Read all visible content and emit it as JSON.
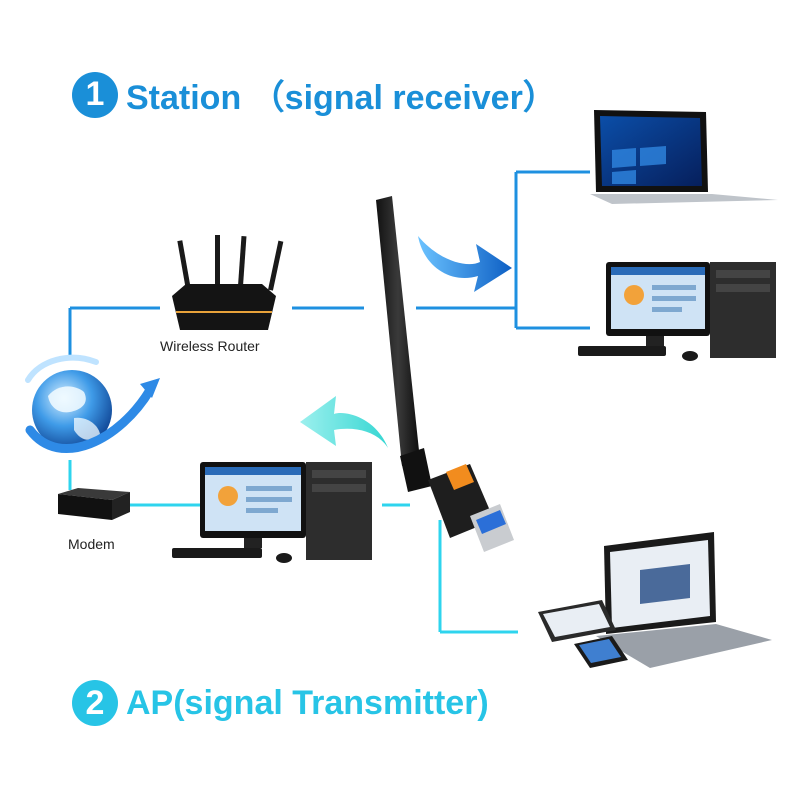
{
  "heading1": {
    "number": "1",
    "text": "Station （signal receiver）"
  },
  "heading2": {
    "number": "2",
    "text": "AP(signal Transmitter)"
  },
  "labels": {
    "router": "Wireless Router",
    "modem": "Modem"
  },
  "colors": {
    "station_badge": "#1a8fd8",
    "station_text": "#1a8fd8",
    "ap_badge": "#27c4e6",
    "ap_text": "#27c4e6",
    "station_lines": "#1e90e0",
    "ap_lines": "#2ed4ee",
    "arrow_blue": "#1e7fd8",
    "arrow_teal": "#27c9c9"
  },
  "icons": [
    "wifi-usb-adapter-icon",
    "wireless-router-icon",
    "globe-icon",
    "modem-icon",
    "desktop-pc-icon",
    "laptop-icon",
    "tablet-icon",
    "smartphone-icon",
    "receive-arrow-icon",
    "transmit-arrow-icon"
  ]
}
